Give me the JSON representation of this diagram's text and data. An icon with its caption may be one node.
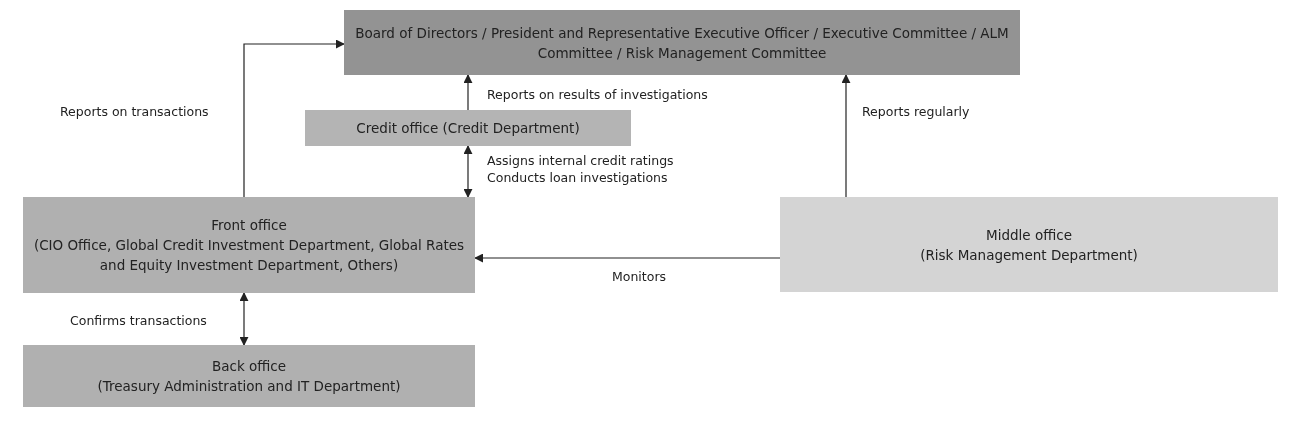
{
  "diagram": {
    "nodes": [
      {
        "text": [
          "Board of Directors / President and Representative Executive Officer / Executive Committee / ALM Committee / Risk Management Committee"
        ]
      },
      {
        "text": [
          "Credit office (Credit Department)"
        ]
      },
      {
        "text": [
          "Front office",
          "(CIO Office, Global Credit Investment Department, Global Rates and Equity Investment Department, Others)"
        ]
      },
      {
        "text": [
          "Middle office",
          "(Risk Management Department)"
        ]
      },
      {
        "text": [
          "Back office",
          "(Treasury Administration and IT Department)"
        ]
      }
    ],
    "edges": [
      {
        "from": 2,
        "to": 0,
        "arrow": "to",
        "label": "Reports on transactions"
      },
      {
        "from": 1,
        "to": 0,
        "arrow": "to",
        "label": "Reports on results of investigations"
      },
      {
        "from": 1,
        "to": 2,
        "arrow": "both",
        "label": "Assigns internal credit ratings Conducts loan investigations"
      },
      {
        "from": 3,
        "to": 0,
        "arrow": "to",
        "label": "Reports regularly"
      },
      {
        "from": 3,
        "to": 2,
        "arrow": "to",
        "label": "Monitors"
      },
      {
        "from": 2,
        "to": 4,
        "arrow": "both",
        "label": "Confirms transactions"
      }
    ]
  }
}
